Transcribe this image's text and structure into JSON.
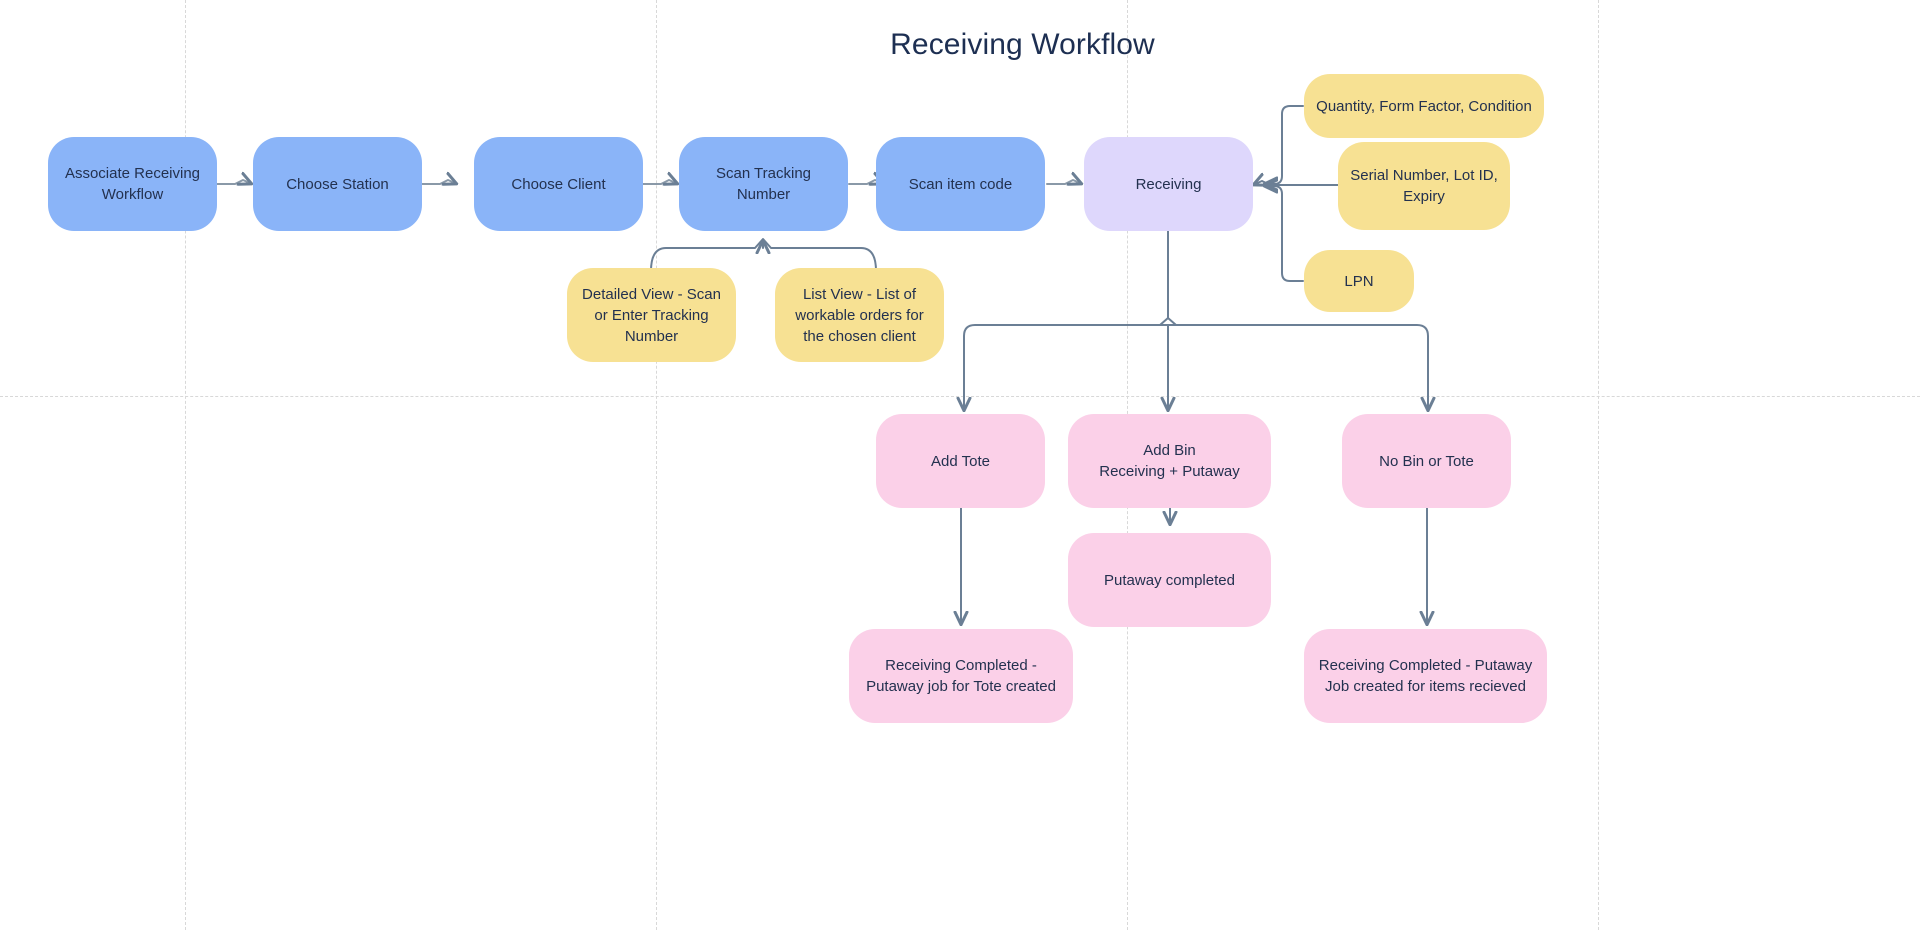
{
  "diagram": {
    "title": "Receiving Workflow",
    "palette": {
      "blue": "#8ab4f8",
      "purple": "#ded7fc",
      "yellow": "#f7e193",
      "pink": "#fbd0e8",
      "text": "#23314f",
      "title_text": "#1d2f52",
      "connector": "#6b7f95",
      "grid": "#d8d8d8",
      "background": "#ffffff"
    },
    "nodes": {
      "associate_receiving_workflow": "Associate Receiving\nWorkflow",
      "choose_station": "Choose Station",
      "choose_client": "Choose Client",
      "scan_tracking_number": "Scan Tracking\nNumber",
      "scan_item_code": "Scan item code",
      "receiving": "Receiving",
      "detailed_view": "Detailed View - Scan\nor Enter Tracking\nNumber",
      "list_view": "List View - List of\nworkable orders for\nthe chosen client",
      "quantity_form_factor_condition": "Quantity, Form Factor, Condition",
      "serial_number_lot_id_expiry": "Serial Number, Lot ID,\nExpiry",
      "lpn": "LPN",
      "add_tote": "Add Tote",
      "add_bin": "Add Bin\nReceiving + Putaway",
      "no_bin_or_tote": "No Bin or Tote",
      "putaway_completed": "Putaway completed",
      "receiving_completed_tote": "Receiving Completed -\nPutaway job for Tote created",
      "receiving_completed_putaway": "Receiving Completed - Putaway\nJob created for items recieved"
    }
  }
}
